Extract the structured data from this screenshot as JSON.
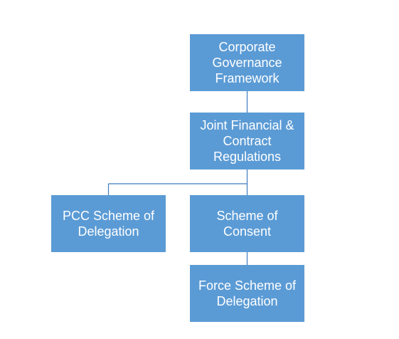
{
  "colors": {
    "node_fill": "#5b9bd5",
    "node_text": "#ffffff",
    "connector": "#3f7bbf"
  },
  "nodes": {
    "corporate_governance": {
      "label": "Corporate\nGovernance\nFramework"
    },
    "joint_financial": {
      "label": "Joint Financial &\nContract\nRegulations"
    },
    "pcc_scheme": {
      "label": "PCC Scheme of\nDelegation"
    },
    "scheme_consent": {
      "label": "Scheme of\nConsent"
    },
    "force_scheme": {
      "label": "Force Scheme of\nDelegation"
    }
  }
}
